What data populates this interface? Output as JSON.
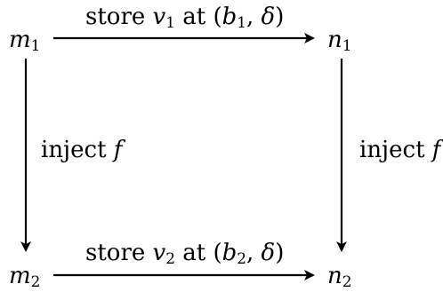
{
  "nodes": {
    "top_left": {
      "base": "m",
      "sub": "1"
    },
    "top_right": {
      "base": "n",
      "sub": "1"
    },
    "bottom_left": {
      "base": "m",
      "sub": "2"
    },
    "bottom_right": {
      "base": "n",
      "sub": "2"
    }
  },
  "edges": {
    "top": {
      "word": "store",
      "var": "v",
      "var_sub": "1",
      "mid": " at (",
      "b": "b",
      "b_sub": "1",
      "tail_sep": ", ",
      "delta": "δ",
      "close": ")"
    },
    "bottom": {
      "word": "store",
      "var": "v",
      "var_sub": "2",
      "mid": " at (",
      "b": "b",
      "b_sub": "2",
      "tail_sep": ", ",
      "delta": "δ",
      "close": ")"
    },
    "left": {
      "word": "inject ",
      "fn": "f"
    },
    "right": {
      "word": "inject ",
      "fn": "f"
    }
  },
  "colors": {
    "ink": "#000000",
    "background": "#ffffff"
  }
}
